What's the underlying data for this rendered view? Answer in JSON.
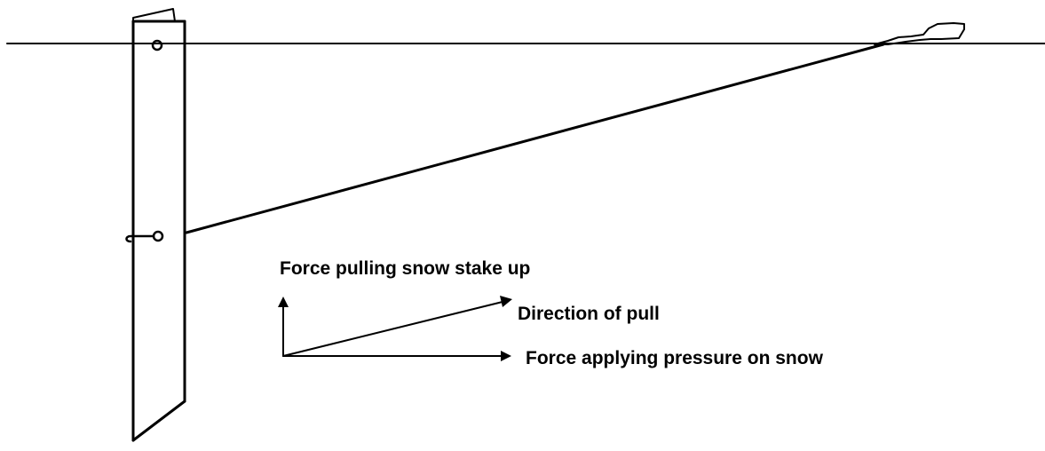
{
  "labels": {
    "force_up": "Force pulling snow stake up",
    "direction_of_pull": "Direction of pull",
    "force_pressure": "Force applying pressure on snow"
  },
  "colors": {
    "ink": "#000000",
    "background": "#ffffff"
  }
}
